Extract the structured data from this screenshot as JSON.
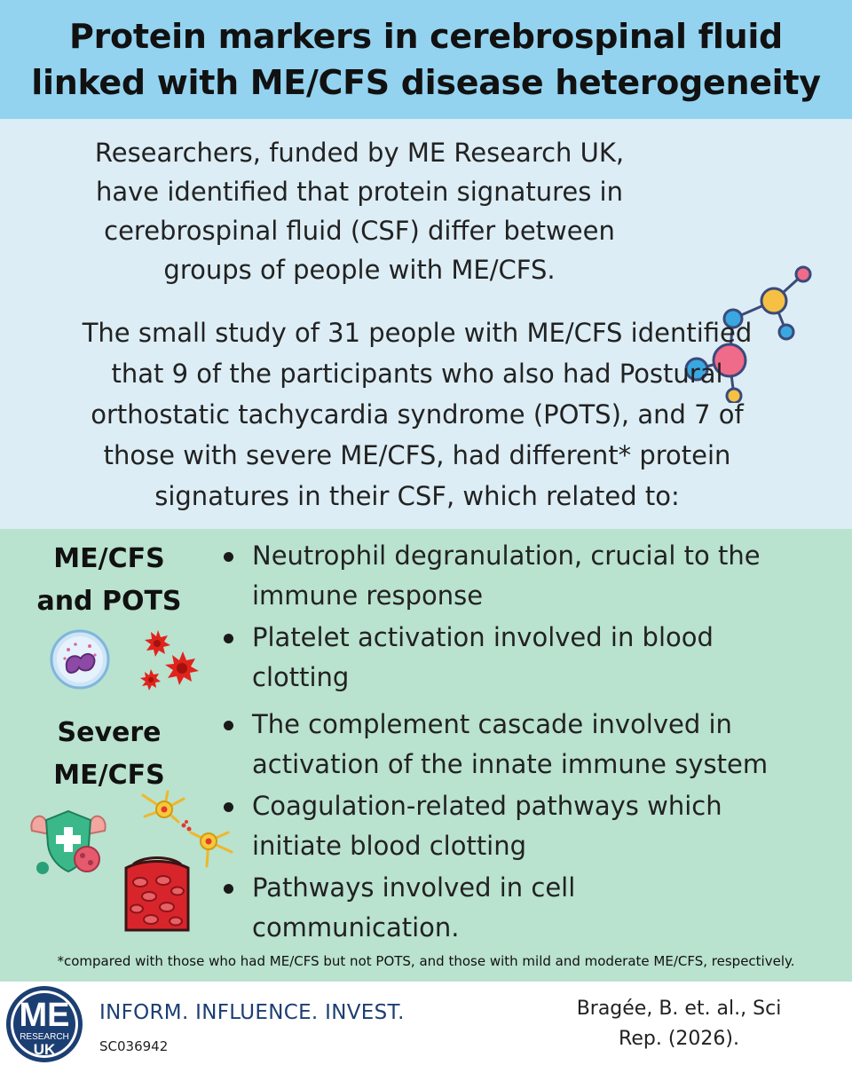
{
  "header": {
    "title_lines": [
      "Protein markers in cerebrospinal fluid",
      "linked with ME/CFS disease heterogeneity"
    ]
  },
  "intro": {
    "para1_lines": [
      "Researchers, funded by ME Research UK,",
      "have identified that protein signatures in",
      "cerebrospinal fluid (CSF) differ between",
      "groups of people with ME/CFS."
    ],
    "para2_lines": [
      "The small study of 31 people with ME/CFS identified",
      "that 9 of the participants who also had Postural",
      "orthostatic tachycardia syndrome (POTS), and 7 of",
      "those with severe ME/CFS, had different* protein",
      "signatures in their CSF, which related to:"
    ],
    "molecule_icon": "molecule-icon"
  },
  "groups": [
    {
      "label_lines": [
        "ME/CFS",
        "and POTS"
      ],
      "icons": [
        "neutrophil-cell-icon",
        "platelet-icon"
      ],
      "bullets": [
        {
          "lines": [
            "Neutrophil degranulation, crucial to the",
            "immune response"
          ]
        },
        {
          "lines": [
            "Platelet activation involved in blood",
            "clotting"
          ]
        }
      ]
    },
    {
      "label_lines": [
        "Severe",
        "ME/CFS"
      ],
      "icons": [
        "immune-shield-icon",
        "neuron-icon",
        "blood-vessel-icon"
      ],
      "bullets": [
        {
          "lines": [
            "The complement cascade involved in",
            "activation of the innate immune system"
          ]
        },
        {
          "lines": [
            "Coagulation-related pathways which",
            "initiate blood clotting"
          ]
        },
        {
          "lines": [
            "Pathways involved in cell",
            "communication."
          ]
        }
      ]
    }
  ],
  "footnote": "*compared with those who had ME/CFS but not POTS, and those with mild and moderate ME/CFS, respectively.",
  "footer": {
    "logo": {
      "top": "ME",
      "middle": "RESEARCH",
      "bottom": "UK"
    },
    "tagline": "INFORM. INFLUENCE. INVEST.",
    "charity_number": "SC036942",
    "citation_lines": [
      "Bragée, B. et. al., Sci",
      "Rep. (2026)."
    ]
  },
  "colors": {
    "header_bg": "#93d3f0",
    "intro_bg": "#dcedf5",
    "findings_bg": "#b9e2cf",
    "brand_navy": "#1c3f73"
  }
}
